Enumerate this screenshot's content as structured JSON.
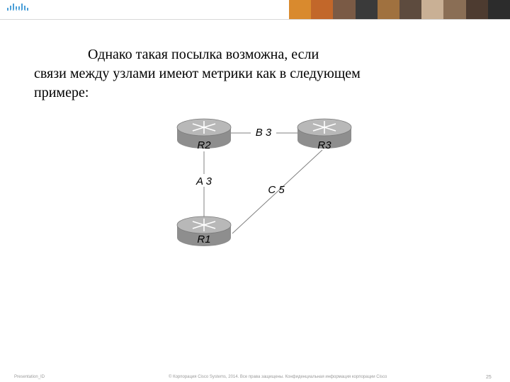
{
  "header": {
    "logo_text": "CISCO",
    "accent_color": "#ffffff"
  },
  "slide": {
    "text_line1": "Однако такая посылка возможна, если",
    "text_line2": "связи между узлами имеют метрики как в следующем",
    "text_line3": "примере:"
  },
  "diagram": {
    "routers": [
      {
        "id": "R2",
        "label": "R2"
      },
      {
        "id": "R3",
        "label": "R3"
      },
      {
        "id": "R1",
        "label": "R1"
      }
    ],
    "links": [
      {
        "from": "R2",
        "to": "R3",
        "label": "B 3"
      },
      {
        "from": "R2",
        "to": "R1",
        "label": "A 3"
      },
      {
        "from": "R3",
        "to": "R1",
        "label": "C 5"
      }
    ],
    "router_icon": "router-icon",
    "router_color": "#9a9a9a"
  },
  "footer": {
    "left": "Presentation_ID",
    "center": "© Корпорация Cisco Systems, 2014. Все права защищены.   Конфиденциальная информация корпорации Cisco",
    "page": "25"
  }
}
